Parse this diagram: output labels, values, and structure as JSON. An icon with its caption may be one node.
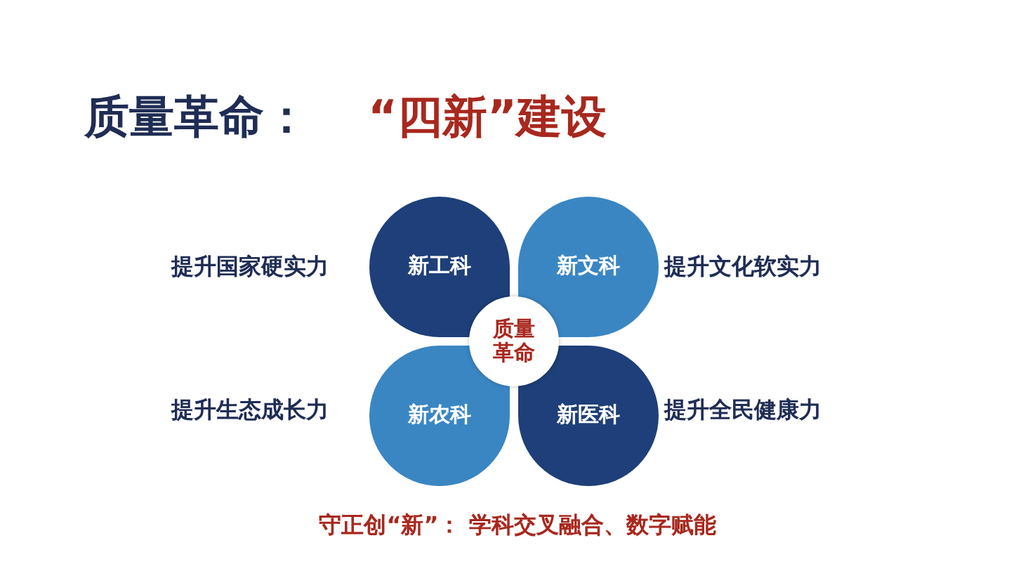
{
  "diagram": {
    "title": "质量革命：",
    "nodes": [
      {
        "text": [
          "新工科"
        ],
        "beside": [
          "提升国家硬实力"
        ]
      },
      {
        "text": [
          "新文科"
        ],
        "beside": [
          "提升文化软实力"
        ]
      },
      {
        "text": [
          "新农科"
        ],
        "beside": [
          "提升生态成长力"
        ]
      },
      {
        "text": [
          "新医科"
        ],
        "beside": [
          "提升全民健康力"
        ]
      },
      {
        "text": [
          "质量革命"
        ]
      }
    ],
    "labels": [
      "“四新”建设"
    ],
    "caption": "守正创“新”： 学科交叉融合、数字赋能"
  }
}
